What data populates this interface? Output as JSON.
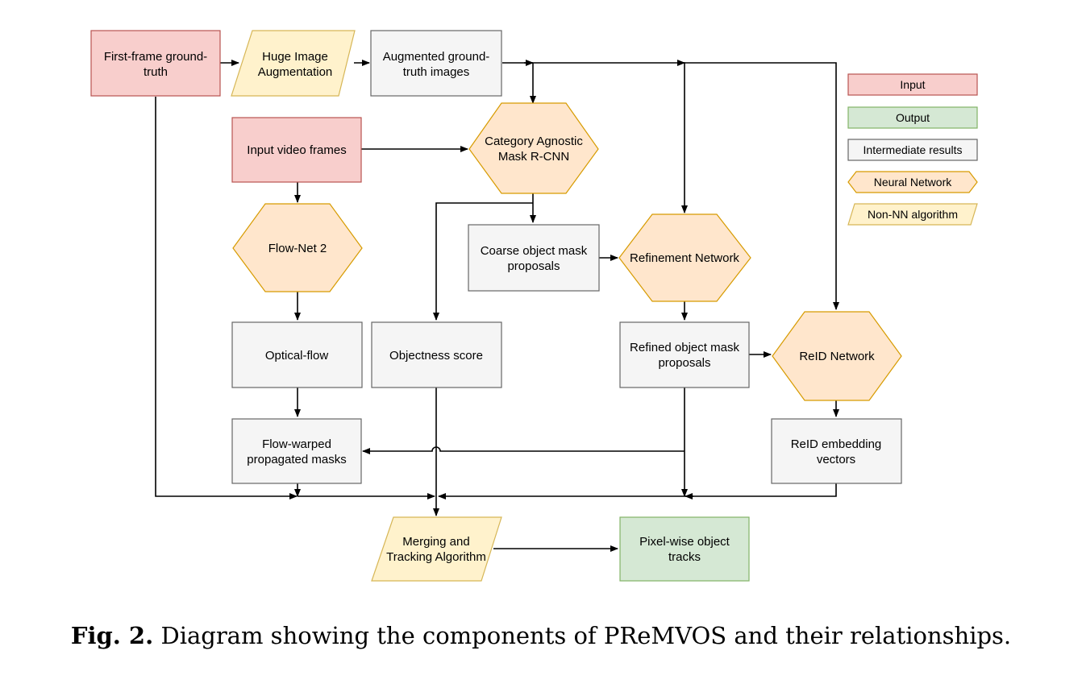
{
  "nodes": {
    "first_frame_gt": {
      "line1": "First-frame ground-",
      "line2": "truth"
    },
    "huge_aug": {
      "line1": "Huge Image",
      "line2": "Augmentation"
    },
    "augmented_gt": {
      "line1": "Augmented ground-",
      "line2": "truth images"
    },
    "input_video": {
      "line1": "Input video frames"
    },
    "mask_rcnn": {
      "line1": "Category Agnostic",
      "line2": "Mask R-CNN"
    },
    "flownet": {
      "line1": "Flow-Net 2"
    },
    "coarse": {
      "line1": "Coarse object mask",
      "line2": "proposals"
    },
    "refinement": {
      "line1": "Refinement Network"
    },
    "optical_flow": {
      "line1": "Optical-flow"
    },
    "objectness": {
      "line1": "Objectness score"
    },
    "refined": {
      "line1": "Refined object mask",
      "line2": "proposals"
    },
    "reid_net": {
      "line1": "ReID Network"
    },
    "flow_warped": {
      "line1": "Flow-warped",
      "line2": "propagated masks"
    },
    "reid_emb": {
      "line1": "ReID embedding",
      "line2": "vectors"
    },
    "merging": {
      "line1": "Merging and",
      "line2": "Tracking Algorithm"
    },
    "pixelwise": {
      "line1": "Pixel-wise object",
      "line2": "tracks"
    }
  },
  "legend": {
    "input": "Input",
    "output": "Output",
    "intermediate": "Intermediate results",
    "neural": "Neural Network",
    "nonnn": "Non-NN algorithm"
  },
  "caption": {
    "label": "Fig. 2.",
    "text": "Diagram showing the components of PReMVOS and their relationships."
  },
  "colors": {
    "input_fill": "#f8cecc",
    "input_stroke": "#b85450",
    "output_fill": "#d5e8d4",
    "output_stroke": "#82b366",
    "intermediate_fill": "#f5f5f5",
    "intermediate_stroke": "#666666",
    "neural_fill": "#ffe6cc",
    "neural_stroke": "#d79b00",
    "nonnn_fill": "#fff2cc",
    "nonnn_stroke": "#d6b656"
  }
}
